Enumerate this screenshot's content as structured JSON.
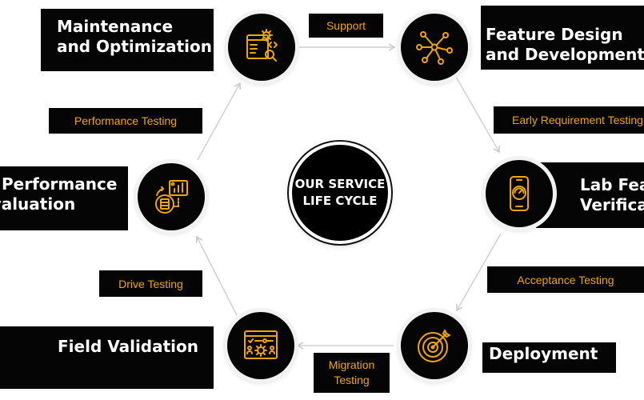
{
  "center": {
    "line1": "OUR SERVICE",
    "line2": "LIFE CYCLE"
  },
  "stages": [
    {
      "title_line1": "Maintenance",
      "title_line2": "and Optimization",
      "icon": "web-settings-search-icon"
    },
    {
      "title_line1": "Feature Design",
      "title_line2": "and Development",
      "icon": "network-nodes-icon"
    },
    {
      "title_line1": "Lab Feature",
      "title_line2": "Verification",
      "icon": "phone-gauge-icon"
    },
    {
      "title_line1": "Deployment",
      "title_line2": "",
      "icon": "target-arrow-icon"
    },
    {
      "title_line1": "Field Validation",
      "title_line2": "",
      "icon": "team-gear-board-icon"
    },
    {
      "title_line1": "Performance",
      "title_line2": "Evaluation",
      "icon": "server-analytics-icon"
    }
  ],
  "transitions": [
    {
      "line1": "Support",
      "line2": ""
    },
    {
      "line1": "Early Requirement Testing",
      "line2": ""
    },
    {
      "line1": "Acceptance Testing",
      "line2": ""
    },
    {
      "line1": "Migration",
      "line2": "Testing"
    },
    {
      "line1": "Drive Testing",
      "line2": ""
    },
    {
      "line1": "Performance Testing",
      "line2": ""
    }
  ],
  "colors": {
    "box": "#050505",
    "accent": "#f0a500",
    "title_text": "#ffffff",
    "connector": "#cfcfcf"
  }
}
